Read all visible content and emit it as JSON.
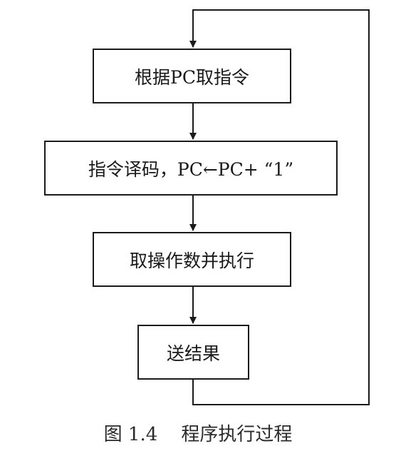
{
  "flowchart": {
    "steps": [
      {
        "label": "根据PC取指令"
      },
      {
        "label": "指令译码，PC←PC+ “1”"
      },
      {
        "label": "取操作数并执行"
      },
      {
        "label": "送结果"
      }
    ],
    "caption": "图 1.4    程序执行过程"
  }
}
